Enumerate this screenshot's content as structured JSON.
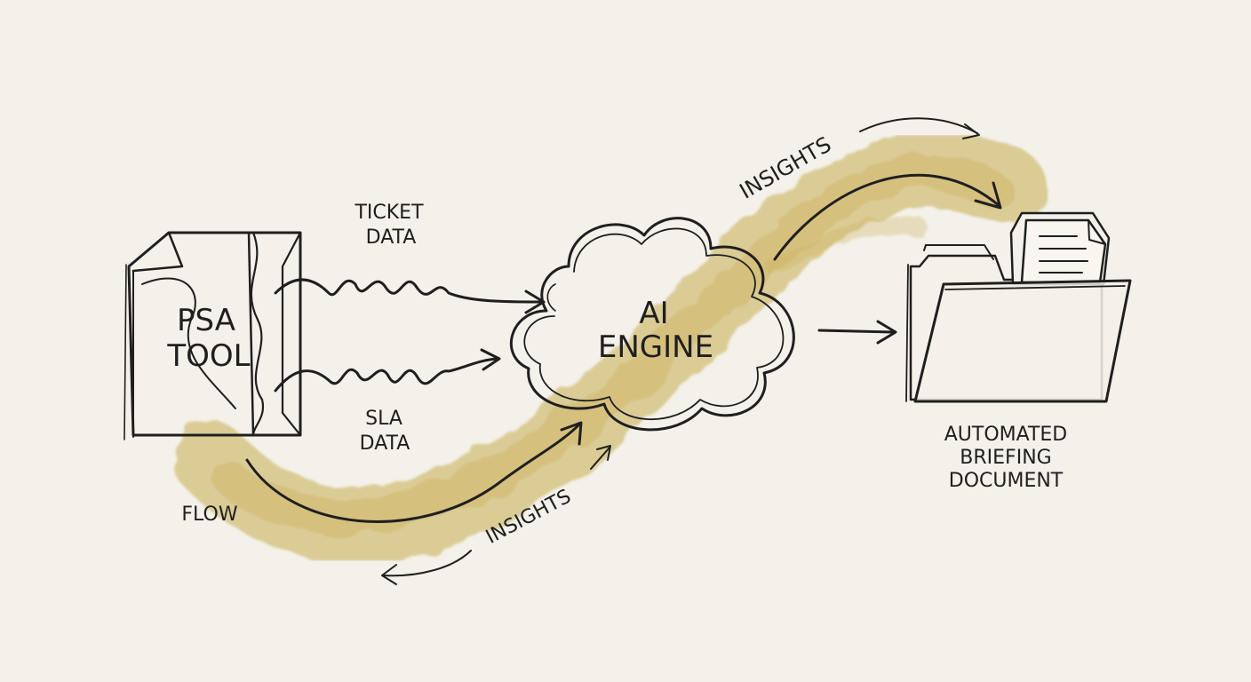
{
  "colors": {
    "paper": "#f3f1e9",
    "ink": "#1f1f1f",
    "flow_wash": "#c9ad52"
  },
  "nodes": {
    "psa_tool": {
      "line1": "PSA",
      "line2": "TOOL",
      "icon": "document-icon"
    },
    "ai_engine": {
      "line1": "AI",
      "line2": "ENGINE",
      "icon": "cloud-icon"
    },
    "briefing": {
      "line1": "AUTOMATED",
      "line2": "BRIEFING",
      "line3": "DOCUMENT",
      "icon": "folder-icon"
    }
  },
  "labels": {
    "ticket_data": {
      "line1": "TICKET",
      "line2": "DATA"
    },
    "sla_data": {
      "line1": "SLA",
      "line2": "DATA"
    },
    "insights_top": "INSIGHTS",
    "insights_bottom": "INSIGHTS",
    "flow": "FLOW"
  }
}
